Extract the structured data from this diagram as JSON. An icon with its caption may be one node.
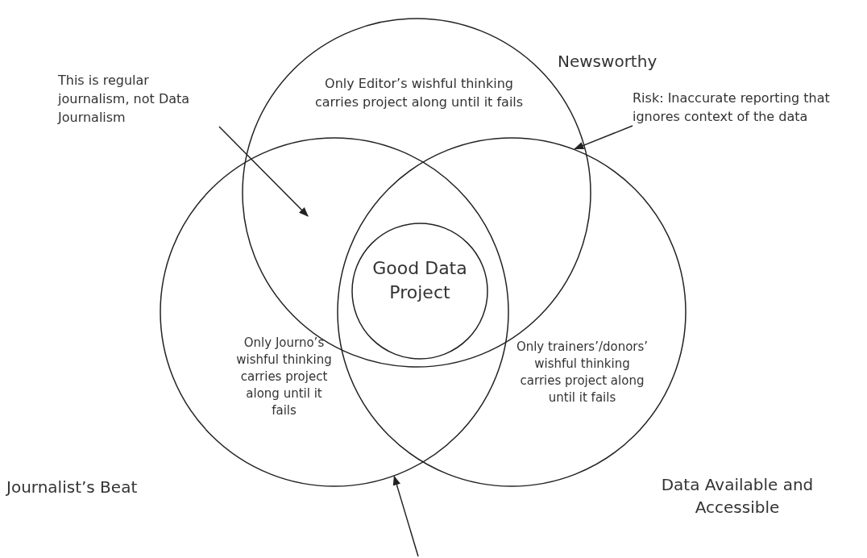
{
  "diagram": {
    "nodes": [
      {
        "text": [
          "Newsworthy"
        ]
      },
      {
        "text": [
          "Journalist’s Beat"
        ]
      },
      {
        "text": [
          "Data Available and Accessible"
        ]
      },
      {
        "text": [
          "Only Editor’s wishful thinking carries project along until it fails"
        ],
        "in": 0
      },
      {
        "text": [
          "Good Data Project"
        ]
      },
      {
        "text": [
          "Only Journo’s wishful thinking carries project along until it fails"
        ],
        "in": 1
      },
      {
        "text": [
          "Only trainers’/donors’ wishful thinking carries project along until it fails"
        ],
        "in": 2
      },
      {
        "text": [
          "This is regular journalism, not Data Journalism"
        ]
      },
      {
        "text": [
          "Risk: Inaccurate reporting that ignores context of the data"
        ]
      }
    ],
    "edges": [
      {
        "from": 7,
        "to": null,
        "arrow": "to"
      },
      {
        "from": 8,
        "to": 2,
        "arrow": "to"
      },
      {
        "from": null,
        "to": 1,
        "arrow": "to"
      }
    ]
  }
}
